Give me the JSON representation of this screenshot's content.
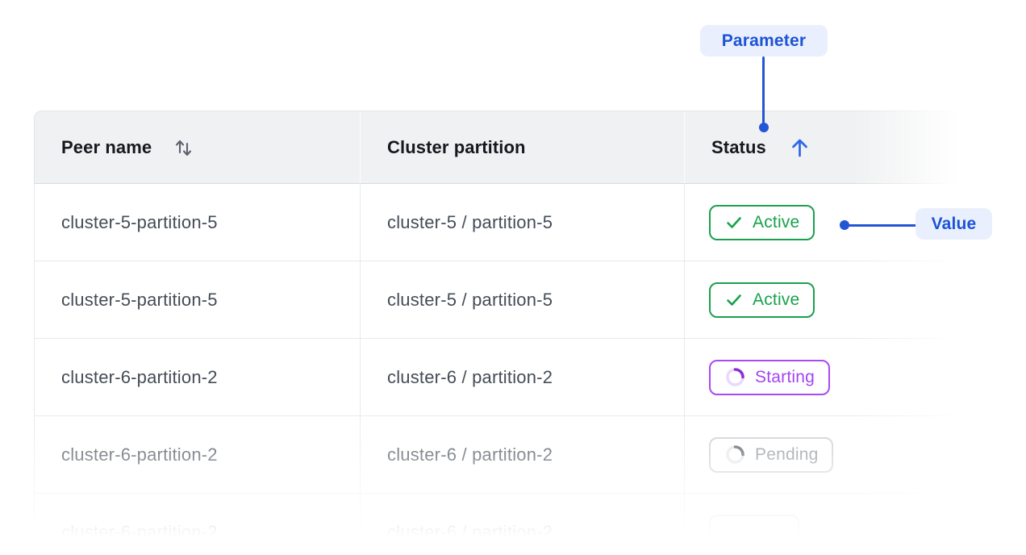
{
  "annotations": {
    "parameter_label": "Parameter",
    "value_label": "Value"
  },
  "table": {
    "columns": [
      {
        "label": "Peer name",
        "sort_icon": "both"
      },
      {
        "label": "Cluster partition",
        "sort_icon": "none"
      },
      {
        "label": "Status",
        "sort_icon": "asc"
      }
    ],
    "rows": [
      {
        "peer_name": "cluster-5-partition-5",
        "partition": "cluster-5 / partition-5",
        "status": {
          "label": "Active",
          "kind": "active",
          "icon": "check-icon"
        }
      },
      {
        "peer_name": "cluster-5-partition-5",
        "partition": "cluster-5 / partition-5",
        "status": {
          "label": "Active",
          "kind": "active",
          "icon": "check-icon"
        }
      },
      {
        "peer_name": "cluster-6-partition-2",
        "partition": "cluster-6 / partition-2",
        "status": {
          "label": "Starting",
          "kind": "starting",
          "icon": "spinner-icon"
        }
      },
      {
        "peer_name": "cluster-6-partition-2",
        "partition": "cluster-6 / partition-2",
        "status": {
          "label": "Pending",
          "kind": "pending",
          "icon": "spinner-icon"
        }
      },
      {
        "peer_name": "cluster-6-partition-2",
        "partition": "cluster-6 / partition-2",
        "status": {
          "label": "",
          "kind": "empty",
          "icon": "none"
        }
      }
    ]
  },
  "colors": {
    "annotation_blue": "#2356d4",
    "annotation_pill_bg": "#e9effc",
    "status_active_green": "#17a24b",
    "status_starting_purple": "#a444f0",
    "status_pending_gray": "#8b9199",
    "header_bg": "#f0f1f2",
    "row_text": "#454c56",
    "border": "#e8e9eb"
  }
}
